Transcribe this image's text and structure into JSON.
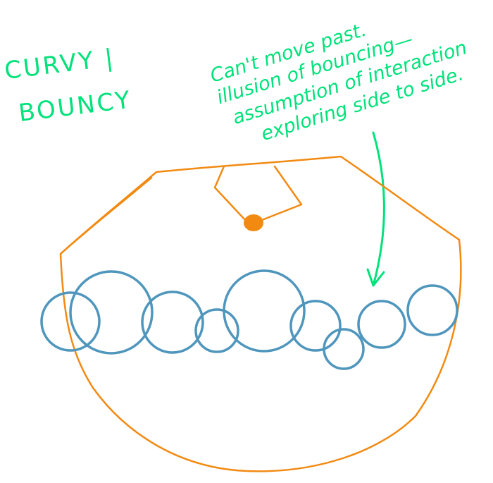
{
  "title": {
    "line1": "CURVY |",
    "line2": "BOUNCY"
  },
  "annotation": {
    "lines": [
      "Can't move past.",
      "illusion of bouncing—",
      "assumption of interaction",
      "exploring side to side."
    ]
  },
  "colors": {
    "annotation": "#00e27a",
    "container": "#f28a12",
    "pendulum_ball": "#f28a12",
    "bubbles": "#4f96bd",
    "background": "#ffffff"
  },
  "elements": {
    "container": "bowl-shaped outline",
    "pendulum": "hanging line with ball",
    "bubbles": "row of circles",
    "arrow": "pointer from note to bubbles"
  }
}
